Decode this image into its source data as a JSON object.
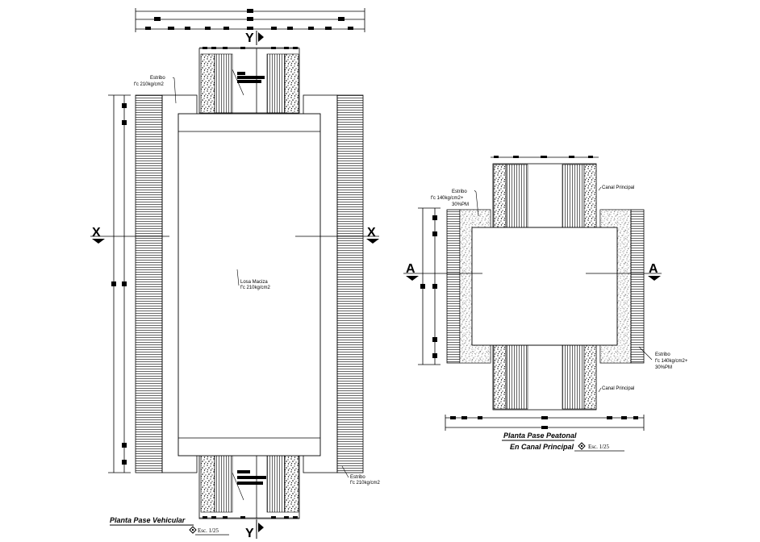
{
  "vehicular": {
    "title": "Planta Pase Vehicular",
    "scale": "Esc. 1/25",
    "slab_name": "Losa Maciza",
    "slab_spec": "f'c 210kg/cm2",
    "abutment_name": "Estribo",
    "abutment_spec": "f'c 210kg/cm2",
    "bottom_abutment_name": "Estribo",
    "bottom_abutment_spec": "f'c 210kg/cm2",
    "section_x": "X",
    "section_y": "Y"
  },
  "pedestrian": {
    "title_line1": "Planta Pase Peatonal",
    "title_line2": "En Canal Principal",
    "scale": "Esc. 1/25",
    "abutment_left_name": "Estribo",
    "abutment_left_spec": "f'c 140kg/cm2+",
    "abutment_left_extra": "30%PM",
    "abutment_right_name": "Estribo",
    "abutment_right_spec": "f'c 140kg/cm2+",
    "abutment_right_extra": "30%PM",
    "canal_top": "Canal Principal",
    "canal_bottom": "Canal Principal",
    "section_a": "A"
  }
}
